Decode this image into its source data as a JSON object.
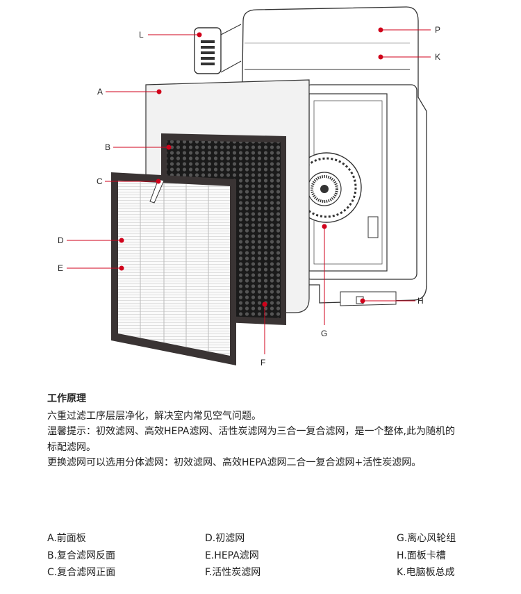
{
  "diagram": {
    "callouts": {
      "L": "L",
      "P": "P",
      "K": "K",
      "A": "A",
      "B": "B",
      "C": "C",
      "D": "D",
      "E": "E",
      "F": "F",
      "G": "G",
      "H": "H"
    },
    "accent_color": "#d0021b"
  },
  "description": {
    "title": "工作原理",
    "lines": [
      "六重过滤工序层层净化，解决室内常见空气问题。",
      "温馨提示：初效滤网、高效HEPA滤网、活性炭滤网为三合一复合滤网，是一个整体,此为随机的标配滤网。",
      "更换滤网可以选用分体滤网：初效滤网、高效HEPA滤网二合一复合滤网+活性炭滤网。"
    ]
  },
  "legend": {
    "col1": [
      "A.前面板",
      "B.复合滤网反面",
      "C.复合滤网正面"
    ],
    "col2": [
      "D.初滤网",
      "E.HEPA滤网",
      "F.活性炭滤网"
    ],
    "col3": [
      "G.离心风轮组",
      "H.面板卡槽",
      "K.电脑板总成"
    ]
  }
}
